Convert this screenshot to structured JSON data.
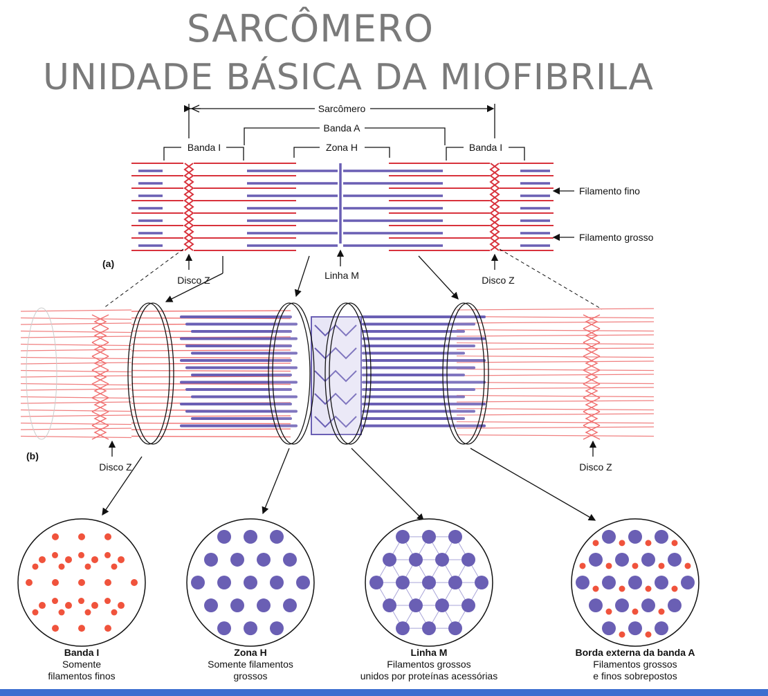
{
  "title": {
    "line1": "SARCÔMERO",
    "line2": "UNIDADE BÁSICA DA MIOFIBRILA"
  },
  "diagram_a": {
    "panel_label": "(a)",
    "sarcomero": "Sarcômero",
    "banda_a": "Banda A",
    "banda_i_left": "Banda I",
    "banda_i_right": "Banda I",
    "zona_h": "Zona H",
    "filamento_fino": "Filamento fino",
    "filamento_grosso": "Filamento grosso",
    "disco_z_left": "Disco Z",
    "disco_z_right": "Disco Z",
    "linha_m": "Linha M"
  },
  "diagram_b": {
    "panel_label": "(b)",
    "disco_z_left": "Disco Z",
    "disco_z_right": "Disco Z"
  },
  "cross_sections": [
    {
      "title": "Banda I",
      "desc1": "Somente",
      "desc2": "filamentos finos"
    },
    {
      "title": "Zona H",
      "desc1": "Somente filamentos",
      "desc2": "grossos"
    },
    {
      "title": "Linha M",
      "desc1": "Filamentos grossos",
      "desc2": "unidos por proteínas acessórias"
    },
    {
      "title": "Borda externa da banda A",
      "desc1": "Filamentos grossos",
      "desc2": "e finos sobrepostos"
    }
  ],
  "colors": {
    "thin_filament": "#d8323c",
    "thick_filament": "#6a5fb4",
    "dot_thin": "#f0533c",
    "dot_thick": "#6a5fb4",
    "title_gray": "#7a7a7a",
    "bar_blue": "#3d6fd0"
  }
}
